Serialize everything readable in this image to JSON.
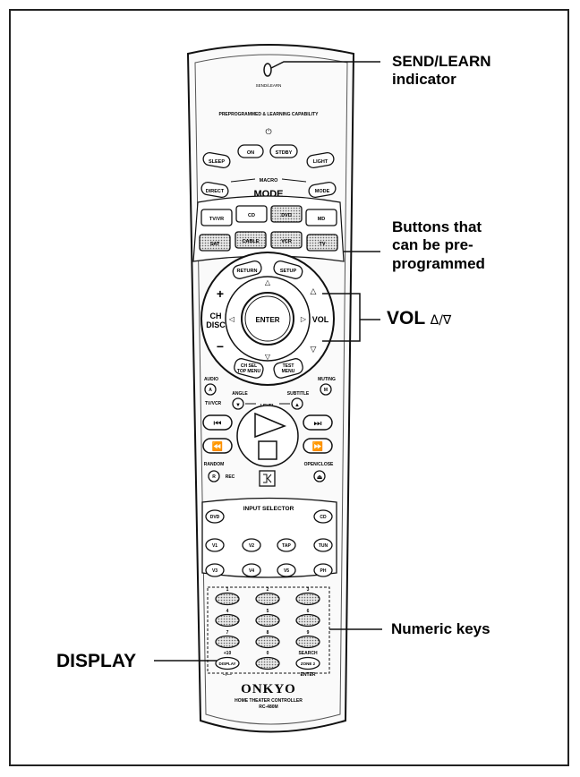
{
  "callouts": {
    "send_learn_line1": "SEND/LEARN",
    "send_learn_line2": "indicator",
    "preprog_line1": "Buttons that",
    "preprog_line2": "can be pre-",
    "preprog_line3": "programmed",
    "vol": "VOL",
    "vol_symbols": "Δ/∇",
    "numeric": "Numeric keys",
    "display": "DISPLAY"
  },
  "remote": {
    "send_learn_text": "SEND/LEARN",
    "capability_text": "PREPROGRAMMED & LEARNING CAPABILITY",
    "power_symbol": "⏻",
    "row1": [
      "SLEEP",
      "ON",
      "STDBY",
      "LIGHT"
    ],
    "macro": "MACRO",
    "mode": "MODE",
    "row2": [
      "DIRECT",
      "MODE"
    ],
    "mode_row1": [
      "TV/VR",
      "CD",
      "DVD",
      "MD"
    ],
    "mode_row2": [
      "SAT",
      "CABLE",
      "VCR",
      "TV"
    ],
    "return": "RETURN",
    "setup": "SETUP",
    "enter": "ENTER",
    "ch_disc_1": "CH",
    "ch_disc_2": "DISC",
    "vol": "VOL",
    "plus": "+",
    "minus": "−",
    "ch_sel": "CH SEL\nTOP MENU",
    "test": "TEST\nMENU",
    "audio": "AUDIO",
    "audio_btn": "A",
    "angle": "ANGLE",
    "subtitle": "SUBTITLE",
    "muting": "MUTING",
    "muting_btn": "M",
    "tv_vcr": "TV/VCR",
    "level": "LEVEL",
    "random": "RANDOM",
    "random_btn": "R",
    "rec": "REC",
    "open_close": "OPEN/CLOSE",
    "input_selector": "INPUT SELECTOR",
    "inputs": [
      "DVD",
      "CD",
      "V1",
      "V2",
      "TAP",
      "TUN",
      "V3",
      "V4",
      "V5",
      "PH"
    ],
    "num_top": [
      "1",
      "2",
      "3"
    ],
    "num_mid": [
      "4",
      "5",
      "6"
    ],
    "num_bot": [
      "7",
      "8",
      "9"
    ],
    "plus10": "+10",
    "zero": "0",
    "search": "SEARCH",
    "display_btn": "DISPLAY",
    "dash": "−/−−",
    "zone": "ZONE 2",
    "enter_lbl": "ENTER",
    "brand": "ONKYO",
    "model_line1": "HOME THEATER CONTROLLER",
    "model_line2": "RC-480M"
  }
}
